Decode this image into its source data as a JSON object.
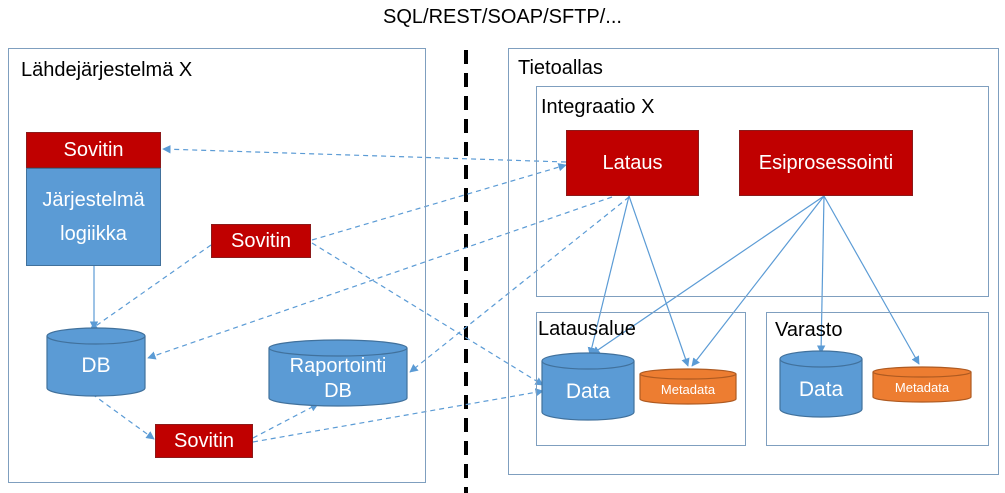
{
  "header": {
    "protocols": "SQL/REST/SOAP/SFTP/..."
  },
  "colors": {
    "red": "#c00000",
    "blue": "#5b9bd5",
    "orange": "#ed7d31",
    "connector": "#5b9bd5",
    "frame": "#7f9fbf"
  },
  "source_system": {
    "title": "Lähdejärjestelmä X",
    "adapter_top": "Sovitin",
    "logic": "Järjestelmä logiikka",
    "adapter_middle": "Sovitin",
    "db": "DB",
    "reporting_db": "Raportointi DB",
    "adapter_bottom": "Sovitin"
  },
  "data_lake": {
    "title": "Tietoallas",
    "integration": {
      "title": "Integraatio X",
      "load": "Lataus",
      "preprocessing": "Esiprosessointi"
    },
    "loading_area": {
      "title": "Latausalue",
      "data": "Data",
      "metadata": "Metadata"
    },
    "storage": {
      "title": "Varasto",
      "data": "Data",
      "metadata": "Metadata"
    }
  }
}
